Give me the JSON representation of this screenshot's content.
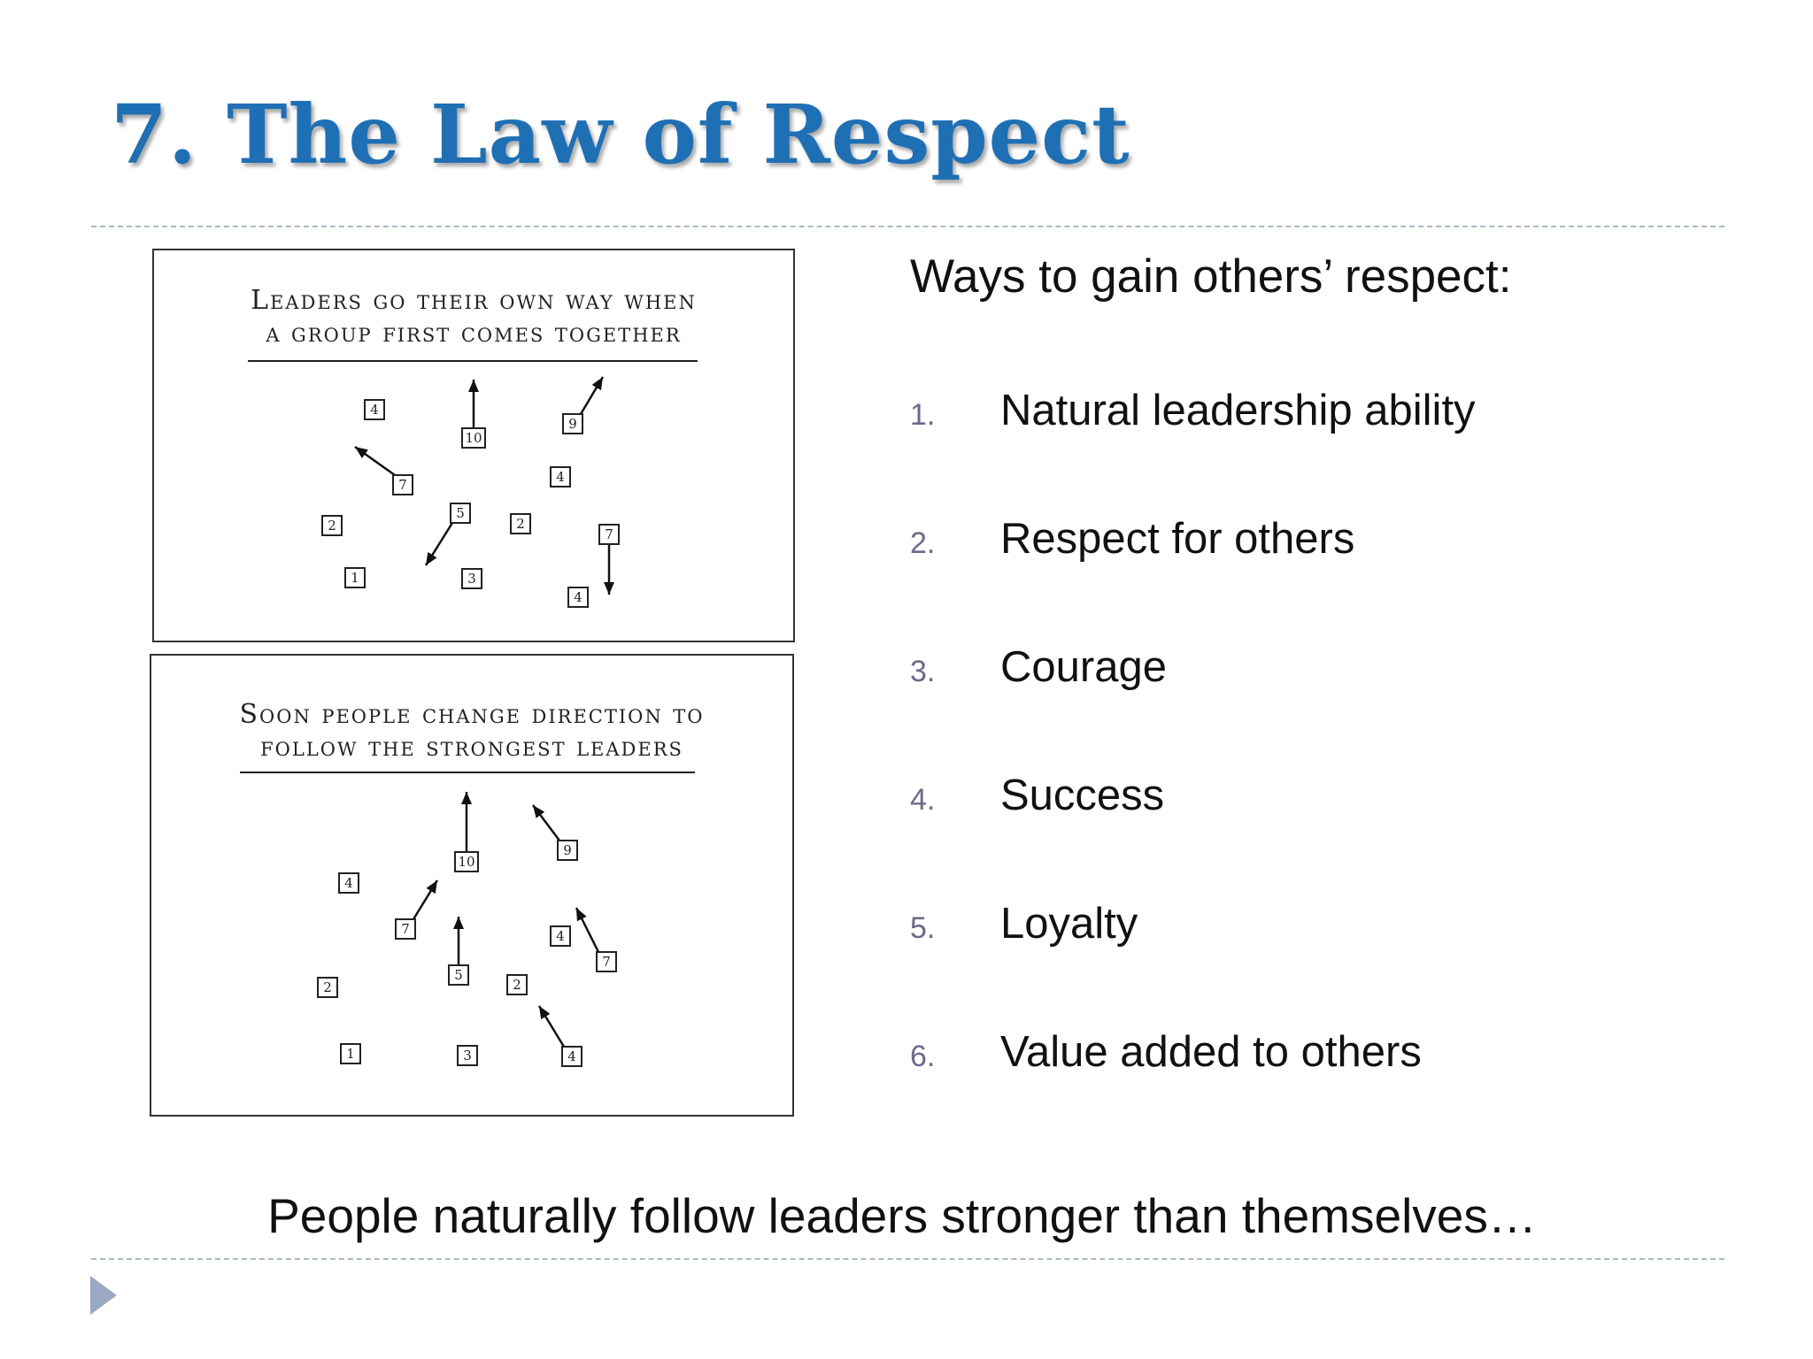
{
  "slide": {
    "title": "7. The Law of Respect",
    "heading": "Ways to gain others’ respect:",
    "items": [
      {
        "num": "1.",
        "text": "Natural leadership ability"
      },
      {
        "num": "2.",
        "text": "Respect for others"
      },
      {
        "num": "3.",
        "text": "Courage"
      },
      {
        "num": "4.",
        "text": "Success"
      },
      {
        "num": "5.",
        "text": "Loyalty"
      },
      {
        "num": "6.",
        "text": "Value added to others"
      }
    ],
    "footer": "People naturally follow leaders stronger than themselves…"
  },
  "figure1": {
    "caption_line1": "Leaders go their own way when",
    "caption_line2": "a group first comes together",
    "boxes": [
      "4",
      "10",
      "9",
      "7",
      "4",
      "5",
      "2",
      "2",
      "7",
      "1",
      "3",
      "4"
    ]
  },
  "figure2": {
    "caption_line1": "Soon people change direction to",
    "caption_line2": "follow the strongest leaders",
    "boxes": [
      "10",
      "9",
      "4",
      "7",
      "4",
      "7",
      "5",
      "2",
      "2",
      "1",
      "3",
      "4"
    ]
  },
  "colors": {
    "title": "#1f6fb5",
    "rule": "#a9b8c8",
    "nav_arrow": "#9aa9c3"
  },
  "icons": {
    "nav": "triangle-right-icon"
  }
}
